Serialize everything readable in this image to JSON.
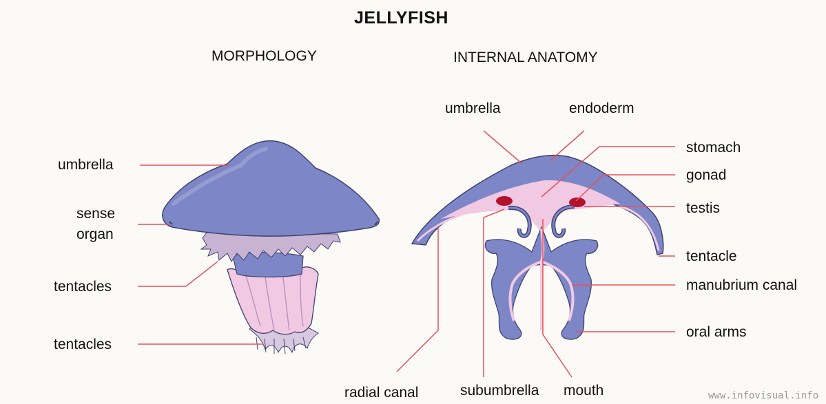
{
  "title": "JELLYFISH",
  "sections": {
    "morphology": "MORPHOLOGY",
    "internal_anatomy": "INTERNAL ANATOMY"
  },
  "morphology_labels": {
    "umbrella": "umbrella",
    "sense_1": "sense",
    "sense_2": "organ",
    "tentacles_1": "tentacles",
    "tentacles_2": "tentacles"
  },
  "anatomy_labels": {
    "umbrella": "umbrella",
    "endoderm": "endoderm",
    "stomach": "stomach",
    "gonad": "gonad",
    "testis": "testis",
    "tentacle": "tentacle",
    "manubrium_canal": "manubrium canal",
    "oral_arms": "oral arms",
    "radial_canal": "radial canal",
    "subumbrella": "subumbrella",
    "mouth": "mouth"
  },
  "credit": "www.infovisual.info",
  "colors": {
    "body_blue": "#7d86c6",
    "outline": "#3d4270",
    "pink": "#f2c9e3",
    "gonad_red": "#b3122e",
    "leader_red": "#e8505a",
    "frill": "#c8b4d2"
  }
}
